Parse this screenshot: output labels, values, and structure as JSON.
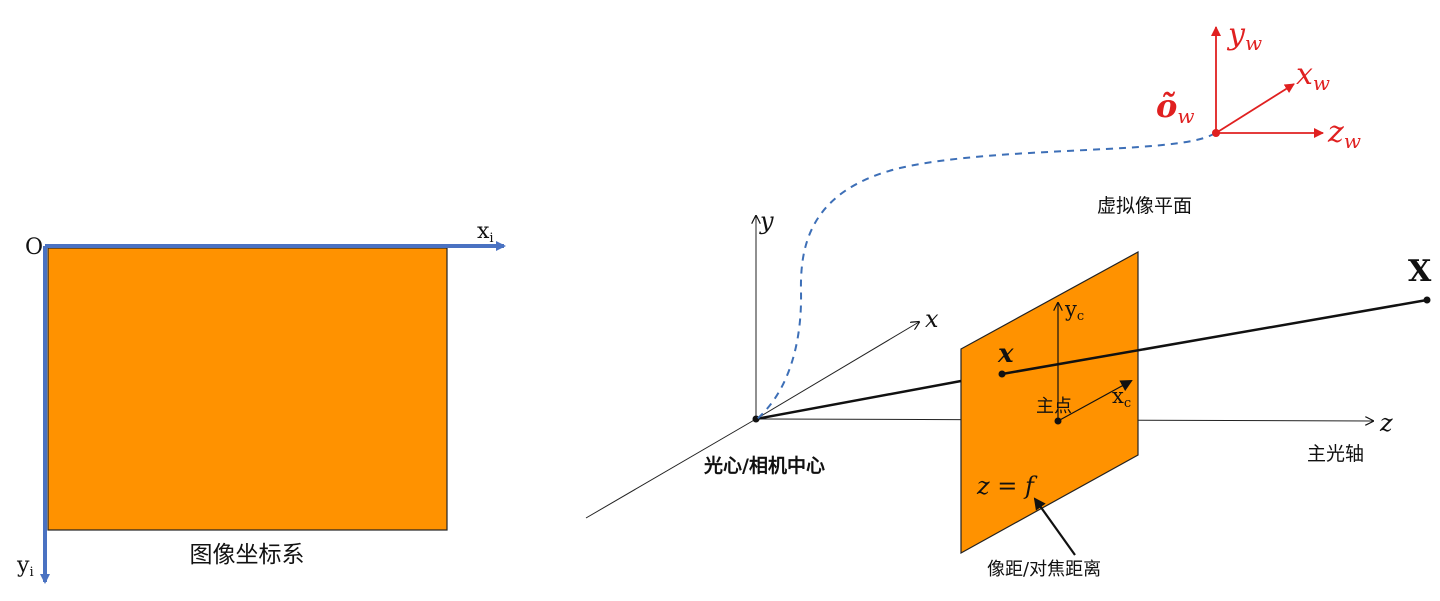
{
  "image_coords": {
    "origin": "O",
    "x_axis": "x",
    "x_axis_sub": "i",
    "y_axis": "y",
    "y_axis_sub": "i",
    "caption": "图像坐标系"
  },
  "camera": {
    "axis_x": "x",
    "axis_y": "y",
    "axis_z": "z",
    "optical_center": "光心/相机中心",
    "principal_axis": "主光轴",
    "virtual_plane": "虚拟像平面",
    "image_point": "x",
    "principal_point": "主点",
    "plane_xc": "x",
    "plane_xc_sub": "c",
    "plane_yc": "y",
    "plane_yc_sub": "c",
    "plane_eq": "z = f",
    "focal_note": "像距/对焦距离",
    "world_point": "X"
  },
  "world": {
    "origin": "õ",
    "origin_sub": "w",
    "x": "x",
    "x_sub": "w",
    "y": "y",
    "y_sub": "w",
    "z": "z",
    "z_sub": "w"
  },
  "colors": {
    "image_fill": "#ff9200",
    "axis_blue": "#4a72c2",
    "world_red": "#e02020",
    "dashed_blue": "#3d6fb7"
  }
}
